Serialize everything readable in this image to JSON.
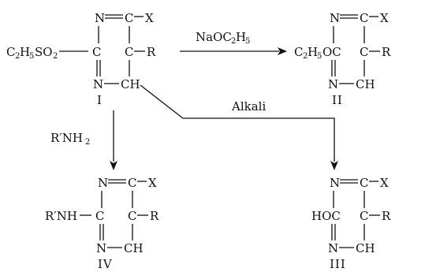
{
  "compounds": {
    "I": {
      "label": "I",
      "top_n": "N",
      "top_c": "C",
      "x_sub": "X",
      "left_c": "C",
      "right_c": "C",
      "r_sub": "R",
      "bottom_n": "N",
      "ch": "CH",
      "left_group": {
        "a": "C",
        "b": "2",
        "c": "H",
        "d": "5",
        "e": "SO",
        "f": "2"
      }
    },
    "II": {
      "label": "II",
      "top_n": "N",
      "top_c": "C",
      "x_sub": "X",
      "right_c": "C",
      "r_sub": "R",
      "bottom_n": "N",
      "ch": "CH",
      "left_group": {
        "a": "C",
        "b": "2",
        "c": "H",
        "d": "5",
        "e": "OC"
      }
    },
    "III": {
      "label": "III",
      "top_n": "N",
      "top_c": "C",
      "x_sub": "X",
      "right_c": "C",
      "r_sub": "R",
      "bottom_n": "N",
      "ch": "CH",
      "left_group": {
        "a": "HOC"
      }
    },
    "IV": {
      "label": "IV",
      "top_n": "N",
      "top_c": "C",
      "x_sub": "X",
      "left_c": "C",
      "right_c": "C",
      "r_sub": "R",
      "bottom_n": "N",
      "ch": "CH",
      "left_group": {
        "a": "R′NH"
      }
    }
  },
  "reagents": {
    "to_II": {
      "a": "NaOC",
      "b": "2",
      "c": "H",
      "d": "5"
    },
    "to_III": {
      "a": "Alkali"
    },
    "to_IV": {
      "a": "R′NH",
      "b": "2"
    }
  }
}
